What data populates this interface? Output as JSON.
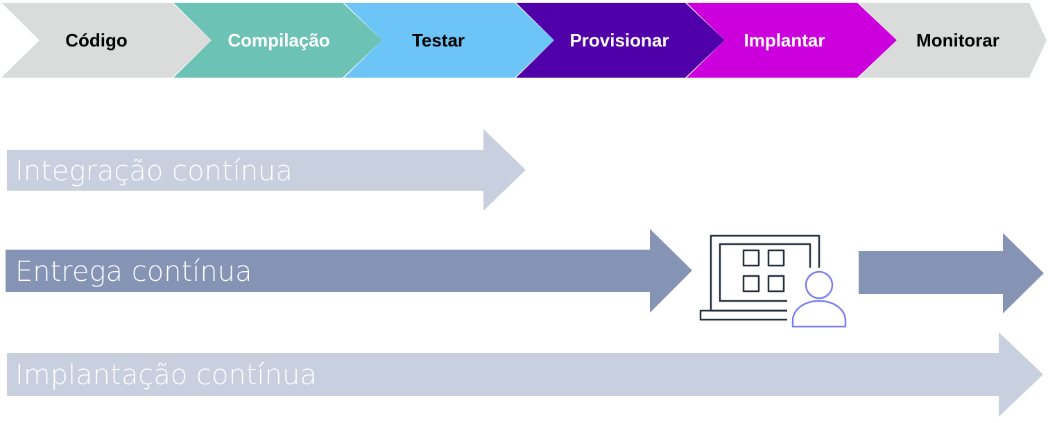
{
  "pipeline": {
    "stages": [
      {
        "label": "Código",
        "color": "#DADCDC",
        "text_color": "#000000"
      },
      {
        "label": "Compilação",
        "color": "#6CC2B4",
        "text_color": "#FFFFFF"
      },
      {
        "label": "Testar",
        "color": "#6DC5F7",
        "text_color": "#000000"
      },
      {
        "label": "Provisionar",
        "color": "#5000A8",
        "text_color": "#FFFFFF"
      },
      {
        "label": "Implantar",
        "color": "#CC00DD",
        "text_color": "#FFFFFF"
      },
      {
        "label": "Monitorar",
        "color": "#DADCDC",
        "text_color": "#000000"
      }
    ]
  },
  "bands": {
    "ci": {
      "label": "Integração contínua",
      "color": "#C8CFDF"
    },
    "cd": {
      "label": "Entrega contínua",
      "color": "#8594B5"
    },
    "deploy": {
      "label": "Implantação contínua",
      "color": "#C8CFDF"
    }
  },
  "icons": {
    "approval": {
      "name": "laptop-user-approval-icon",
      "stroke": "#232F3E",
      "accent": "#7B7FF0"
    }
  }
}
